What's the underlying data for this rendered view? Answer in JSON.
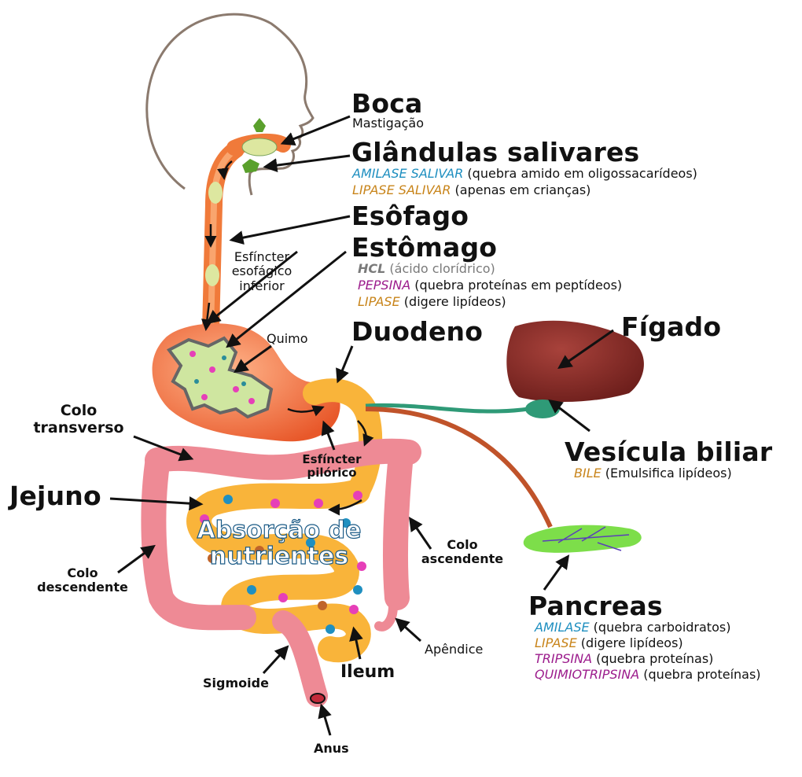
{
  "colors": {
    "amilase": "#1f8fc0",
    "lipase": "#c8841a",
    "pepsina": "#9c1c8c",
    "hcl": "#7a7a7a",
    "esophagus": "#f07a3a",
    "intestine_small": "#f9b43a",
    "colon": "#ee8a95",
    "liver": "#8b2c28",
    "gallbladder": "#2f9a77",
    "pancreas": "#7dde4a",
    "arrow": "#111111"
  },
  "labels": {
    "boca": "Boca",
    "mastigacao": "Mastigação",
    "glandulas": "Glândulas salivares",
    "amilase_salivar": "AMILASE SALIVAR",
    "amilase_salivar_desc": " (quebra amido em oligossacarídeos)",
    "lipase_salivar": "LIPASE SALIVAR",
    "lipase_salivar_desc": " (apenas em crianças)",
    "esofago": "Esôfago",
    "estomago": "Estômago",
    "hcl": "HCL",
    "hcl_desc": " (ácido clorídrico)",
    "pepsina": "PEPSINA",
    "pepsina_desc": " (quebra proteínas em peptídeos)",
    "lipase_est": "LIPASE",
    "lipase_est_desc": " (digere lipídeos)",
    "esfincter_esof_1": "Esfíncter",
    "esfincter_esof_2": "esofágico",
    "esfincter_esof_3": "inferior",
    "quimo": "Quimo",
    "duodeno": "Duodeno",
    "figado": "Fígado",
    "colo_transverso_1": "Colo",
    "colo_transverso_2": "transverso",
    "esfincter_pil_1": "Esfíncter",
    "esfincter_pil_2": "pilórico",
    "vesicula": "Vesícula biliar",
    "bile": "BILE",
    "bile_desc": " (Emulsifica lipídeos)",
    "jejuno": "Jejuno",
    "absorcao_1": "Absorção de",
    "absorcao_2": "nutrientes",
    "colo_ascendente_1": "Colo",
    "colo_ascendente_2": "ascendente",
    "colo_descendente_1": "Colo",
    "colo_descendente_2": "descendente",
    "pancreas": "Pancreas",
    "amilase": "AMILASE",
    "amilase_desc": " (quebra carboidratos)",
    "lipase_pan": "LIPASE",
    "lipase_pan_desc": " (digere lipídeos)",
    "tripsina": "TRIPSINA",
    "tripsina_desc": " (quebra proteínas)",
    "quimiotripsina": "QUIMIOTRIPSINA",
    "quimiotripsina_desc": " (quebra proteínas)",
    "apendice": "Apêndice",
    "ileum": "Ileum",
    "sigmoide": "Sigmoide",
    "anus": "Anus"
  }
}
